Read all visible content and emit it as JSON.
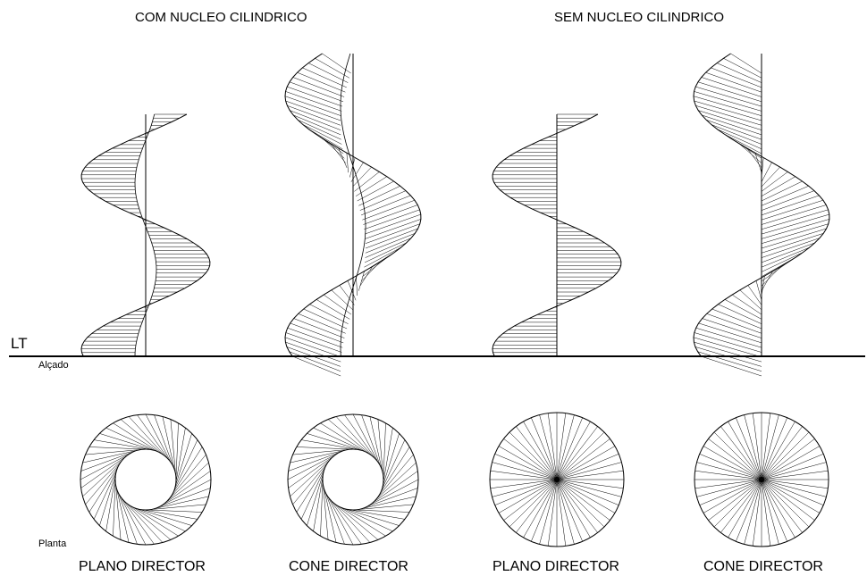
{
  "headings": {
    "com_nucleo": "COM NUCLEO CILINDRICO",
    "sem_nucleo": "SEM NUCLEO CILINDRICO"
  },
  "labels": {
    "lt": "LT",
    "alcado": "Alçado",
    "planta": "Planta"
  },
  "captions": [
    "PLANO DIRECTOR",
    "CONE DIRECTOR",
    "PLANO DIRECTOR",
    "CONE DIRECTOR"
  ],
  "colors": {
    "ink": "#000000",
    "background": "#ffffff"
  }
}
